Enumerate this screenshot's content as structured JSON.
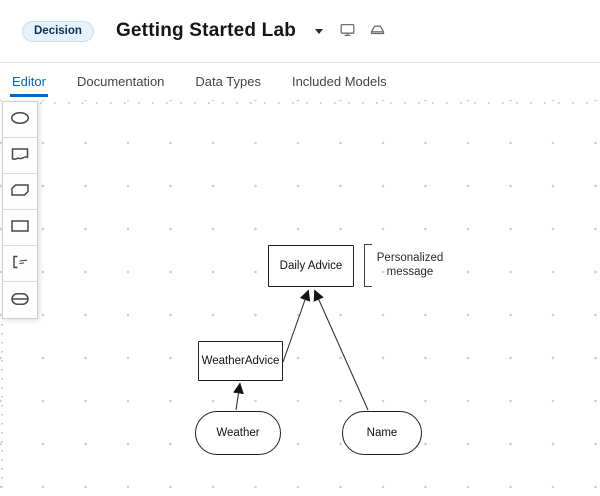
{
  "header": {
    "badge": "Decision",
    "title": "Getting Started Lab",
    "caret_icon": "caret-down-icon",
    "action_icons": [
      "monitor-icon",
      "drawer-icon"
    ]
  },
  "tabs": [
    {
      "label": "Editor",
      "active": true
    },
    {
      "label": "Documentation",
      "active": false
    },
    {
      "label": "Data Types",
      "active": false
    },
    {
      "label": "Included Models",
      "active": false
    }
  ],
  "palette_icons": [
    "input-data-icon",
    "knowledge-source-icon",
    "business-knowledge-model-icon",
    "decision-icon",
    "text-annotation-icon",
    "decision-service-icon"
  ],
  "diagram": {
    "nodes": [
      {
        "id": "daily-advice",
        "type": "decision",
        "label": "Daily Advice"
      },
      {
        "id": "weather-advice",
        "type": "decision",
        "label": "WeatherAdvice"
      },
      {
        "id": "weather",
        "type": "input-data",
        "label": "Weather"
      },
      {
        "id": "name",
        "type": "input-data",
        "label": "Name"
      },
      {
        "id": "personalized-message",
        "type": "text-annotation",
        "label": "Personalized message"
      }
    ],
    "edges": [
      {
        "from": "weather",
        "to": "weather-advice",
        "type": "information-requirement"
      },
      {
        "from": "weather-advice",
        "to": "daily-advice",
        "type": "information-requirement"
      },
      {
        "from": "name",
        "to": "daily-advice",
        "type": "information-requirement"
      }
    ]
  },
  "colors": {
    "accent": "#0066cc",
    "badge_bg": "#e7f1fa",
    "badge_border": "#bee1f4",
    "badge_text": "#09335f",
    "node_border": "#1f1f1f",
    "grid_dot": "#cdcdcd"
  }
}
